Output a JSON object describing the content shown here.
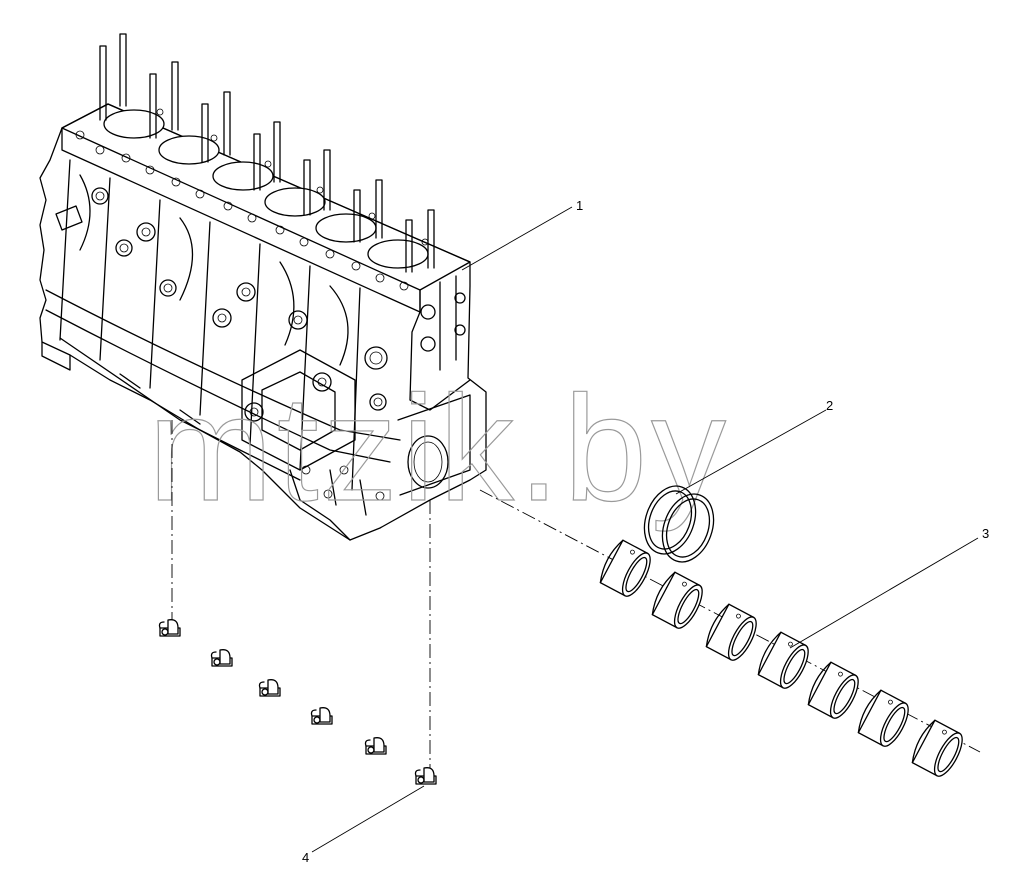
{
  "watermark": "mtzik.by",
  "callouts": {
    "c1": "1",
    "c2": "2",
    "c3": "3",
    "c4": "4"
  },
  "parts": {
    "engine_block": "cylinder block",
    "thrust_rings": "thrust washers",
    "main_bearings": "main bearing shells",
    "piston_cooling_nozzles": "piston cooling nozzles"
  }
}
